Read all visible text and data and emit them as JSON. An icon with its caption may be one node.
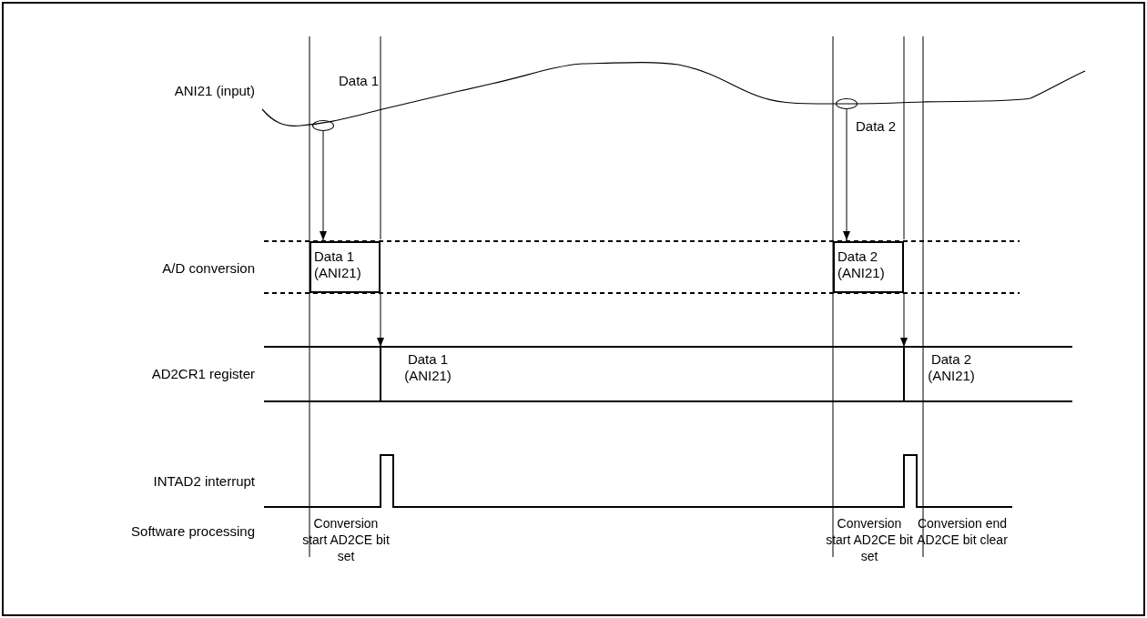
{
  "diagram": {
    "nodes": [
      {
        "text": [],
        "shape": "ellipse",
        "beside": [
          "Data 1"
        ]
      },
      {
        "text": [
          "Data 1 (ANI21)"
        ]
      },
      {
        "text": [],
        "shape": "ellipse",
        "beside": [
          "Data 2"
        ]
      },
      {
        "text": [
          "Data 2 (ANI21)"
        ]
      },
      {
        "text": [
          "Data 1 (ANI21)"
        ]
      },
      {
        "text": [
          "Data 2 (ANI21)"
        ]
      }
    ],
    "edges": [
      {
        "from": 0,
        "to": 1,
        "arrow": "to"
      },
      {
        "from": 2,
        "to": 3,
        "arrow": "to"
      },
      {
        "from": 1,
        "to": 4,
        "arrow": "to"
      },
      {
        "from": 3,
        "to": 5,
        "arrow": "to"
      }
    ],
    "labels": [
      "ANI21 (input)",
      "A/D conversion",
      "AD2CR1 register",
      "INTAD2 interrupt",
      "Software processing",
      "Conversion start AD2CE bit set",
      "Conversion start AD2CE bit set",
      "Conversion end AD2CE bit clear"
    ]
  }
}
